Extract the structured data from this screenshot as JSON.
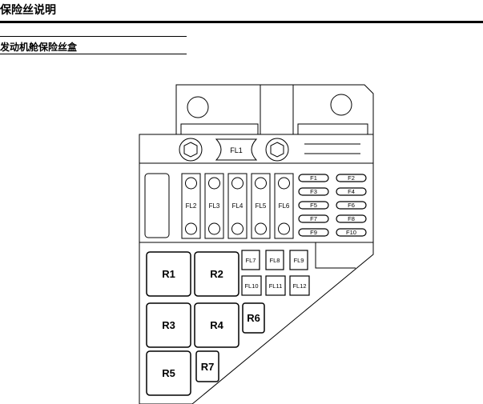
{
  "header": {
    "title": "保险丝说明"
  },
  "section": {
    "title": "发动机舱保险丝盒"
  },
  "diagram": {
    "main_fuse": "FL1",
    "fuse_links_top": [
      "FL2",
      "FL3",
      "FL4",
      "FL5",
      "FL6"
    ],
    "mini_fuses": [
      [
        "F1",
        "F2"
      ],
      [
        "F3",
        "F4"
      ],
      [
        "F5",
        "F6"
      ],
      [
        "F7",
        "F8"
      ],
      [
        "F9",
        "F10"
      ]
    ],
    "fuse_links_lower": [
      [
        "FL7",
        "FL8",
        "FL9"
      ],
      [
        "FL10",
        "FL11",
        "FL12"
      ]
    ],
    "relays": [
      "R1",
      "R2",
      "R3",
      "R4",
      "R5",
      "R6",
      "R7"
    ]
  }
}
